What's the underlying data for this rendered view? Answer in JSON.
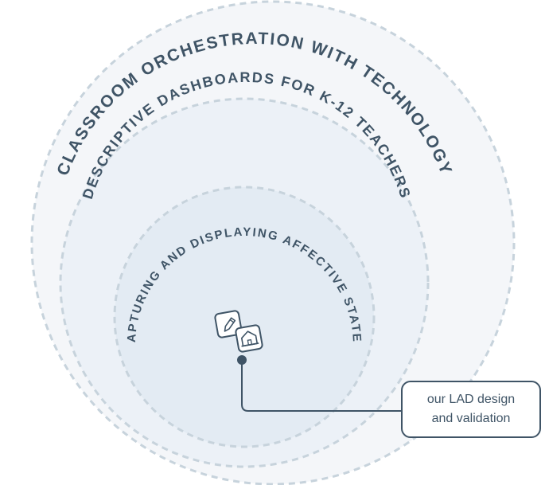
{
  "circles": [
    {
      "label": "CLASSROOM ORCHESTRATION WITH TECHNOLOGY"
    },
    {
      "label": "DESCRIPTIVE DASHBOARDS FOR K-12 TEACHERS"
    },
    {
      "label": "CAPTURING AND DISPLAYING AFFECTIVE STATES"
    }
  ],
  "callout": {
    "line1": "our LAD design",
    "line2": "and validation"
  },
  "icons": [
    "pencil-icon",
    "school-building-icon"
  ],
  "colors": {
    "outer_fill": "#f4f6f9",
    "middle_fill": "#ecf1f7",
    "inner_fill": "#e3ebf3",
    "dash_stroke": "#c7d3dc",
    "text": "#3f5466"
  }
}
